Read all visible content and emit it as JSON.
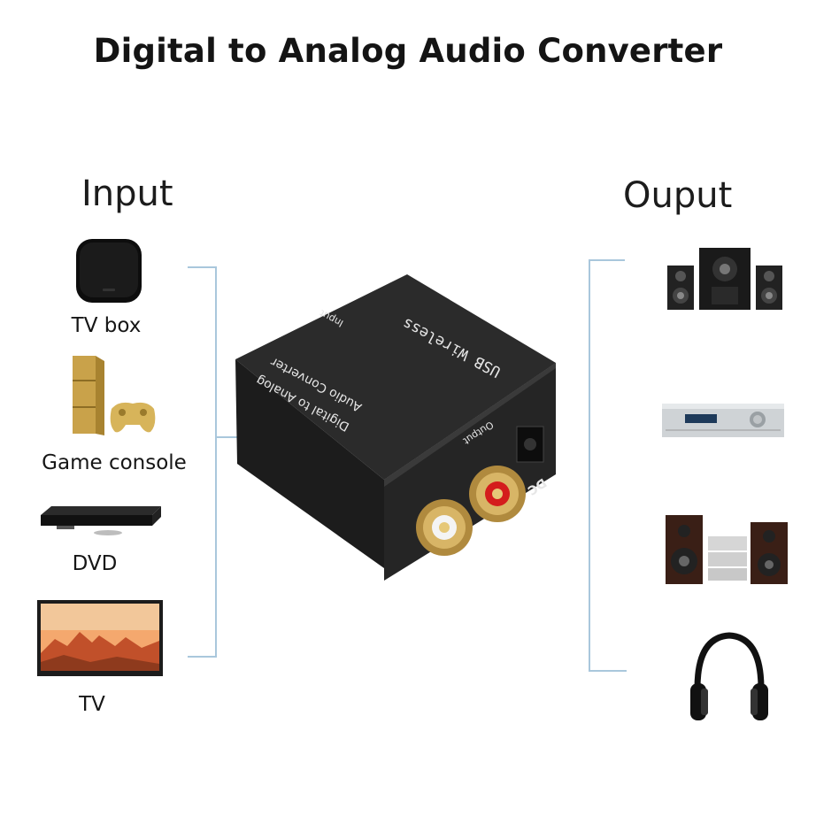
{
  "title": "Digital to Analog Audio Converter",
  "input": {
    "heading": "Input",
    "items": [
      {
        "label": "TV box",
        "icon": "tv-box-icon"
      },
      {
        "label": "Game console",
        "icon": "game-console-icon"
      },
      {
        "label": "DVD",
        "icon": "dvd-player-icon"
      },
      {
        "label": "TV",
        "icon": "tv-icon"
      }
    ]
  },
  "output": {
    "heading": "Ouput",
    "items": [
      {
        "icon": "speaker-system-icon"
      },
      {
        "icon": "av-receiver-icon"
      },
      {
        "icon": "hifi-stereo-icon"
      },
      {
        "icon": "headphones-icon"
      }
    ]
  },
  "device": {
    "top_text_1": "USB Wireless",
    "top_text_2": "Digital to Analog",
    "top_text_3": "Audio Converter",
    "top_text_4": "Input",
    "front_label_output": "Output",
    "front_label_dc": "DC"
  },
  "colors": {
    "bracket_line": "#a9c7dc",
    "device_body": "#1e1e1e",
    "rca_left_ring": "#ffffff",
    "rca_right_ring": "#d41c1c",
    "gold": "#c9a24a"
  }
}
